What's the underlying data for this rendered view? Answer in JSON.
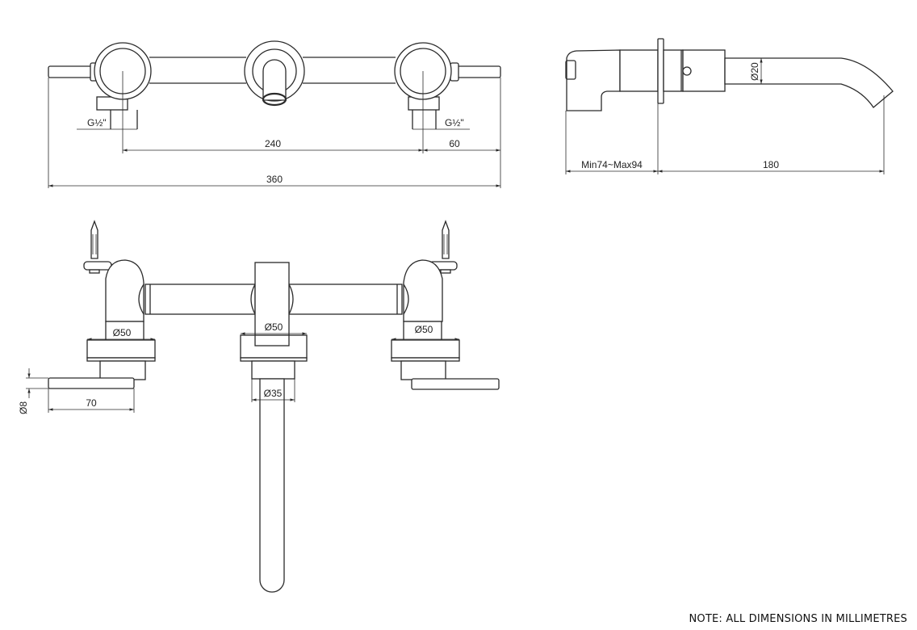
{
  "front_view": {
    "thread_left": "G½\"",
    "thread_right": "G½\"",
    "dim_centres": "240",
    "dim_handle": "60",
    "dim_overall": "360"
  },
  "side_view": {
    "dim_wall_depth": "Min74~Max94",
    "dim_spout_reach": "180",
    "dim_spout_diameter": "Ø20"
  },
  "plan_view": {
    "dim_left_body": "Ø50",
    "dim_centre_body": "Ø50",
    "dim_right_body": "Ø50",
    "dim_spout_base": "Ø35",
    "dim_lever_length": "70",
    "dim_lever_diameter": "Ø8"
  },
  "note": "NOTE: ALL DIMENSIONS IN MILLIMETRES",
  "colors": {
    "line": "#2a2a2a",
    "background": "#ffffff"
  }
}
